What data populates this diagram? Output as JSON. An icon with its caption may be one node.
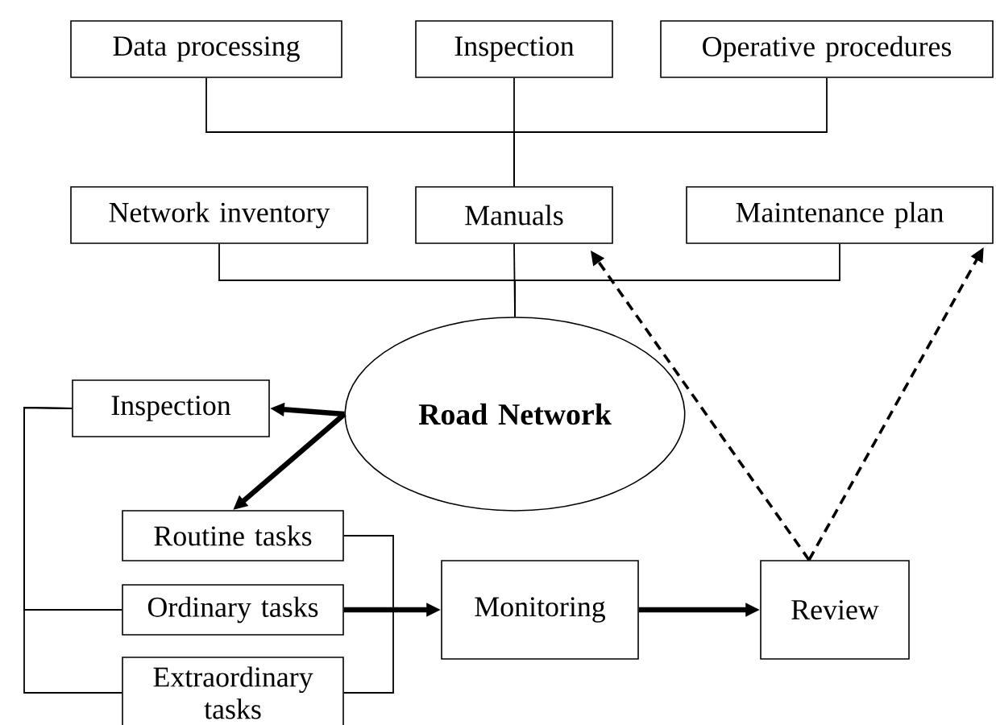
{
  "diagram": {
    "nodes": [
      {
        "text": [
          "Data processing"
        ]
      },
      {
        "text": [
          "Inspection"
        ]
      },
      {
        "text": [
          "Operative procedures"
        ]
      },
      {
        "text": [
          "Network inventory"
        ]
      },
      {
        "text": [
          "Manuals"
        ]
      },
      {
        "text": [
          "Maintenance plan"
        ]
      },
      {
        "text": [
          "**Road Network**"
        ]
      },
      {
        "text": [
          "Inspection"
        ]
      },
      {
        "text": [
          "Routine tasks"
        ]
      },
      {
        "text": [
          "Ordinary tasks"
        ]
      },
      {
        "text": [
          "Extraordinary tasks"
        ]
      },
      {
        "text": [
          "Monitoring"
        ]
      },
      {
        "text": [
          "Review"
        ]
      }
    ],
    "edges": [
      {
        "from": 0,
        "to": 4,
        "arrow": "none"
      },
      {
        "from": 1,
        "to": 4,
        "arrow": "none"
      },
      {
        "from": 2,
        "to": 4,
        "arrow": "none"
      },
      {
        "from": 3,
        "to": 6,
        "arrow": "none"
      },
      {
        "from": 4,
        "to": 6,
        "arrow": "none"
      },
      {
        "from": 5,
        "to": 6,
        "arrow": "none"
      },
      {
        "from": 6,
        "to": 7,
        "arrow": "to",
        "style": "thick"
      },
      {
        "from": 6,
        "to": 8,
        "arrow": "to",
        "style": "thick"
      },
      {
        "from": 7,
        "to": 9,
        "arrow": "none"
      },
      {
        "from": 7,
        "to": 10,
        "arrow": "none"
      },
      {
        "from": 8,
        "to": 10,
        "arrow": "none"
      },
      {
        "from": 9,
        "to": 11,
        "arrow": "to",
        "style": "thick"
      },
      {
        "from": 11,
        "to": 12,
        "arrow": "to",
        "style": "thick"
      },
      {
        "from": 12,
        "to": 4,
        "arrow": "to",
        "style": "dashed"
      },
      {
        "from": 12,
        "to": 5,
        "arrow": "to",
        "style": "dashed"
      }
    ]
  }
}
